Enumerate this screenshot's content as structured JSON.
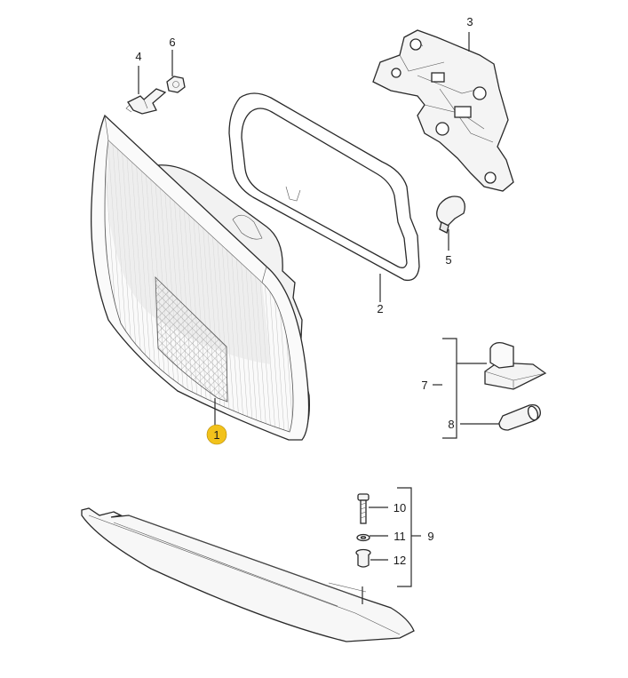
{
  "callouts": {
    "c1": "1",
    "c2": "2",
    "c3": "3",
    "c4": "4",
    "c5": "5",
    "c6": "6",
    "c7": "7",
    "c8": "8",
    "c9": "9",
    "c10": "10",
    "c11": "11",
    "c12": "12"
  },
  "highlight_color": "#f2c21b"
}
